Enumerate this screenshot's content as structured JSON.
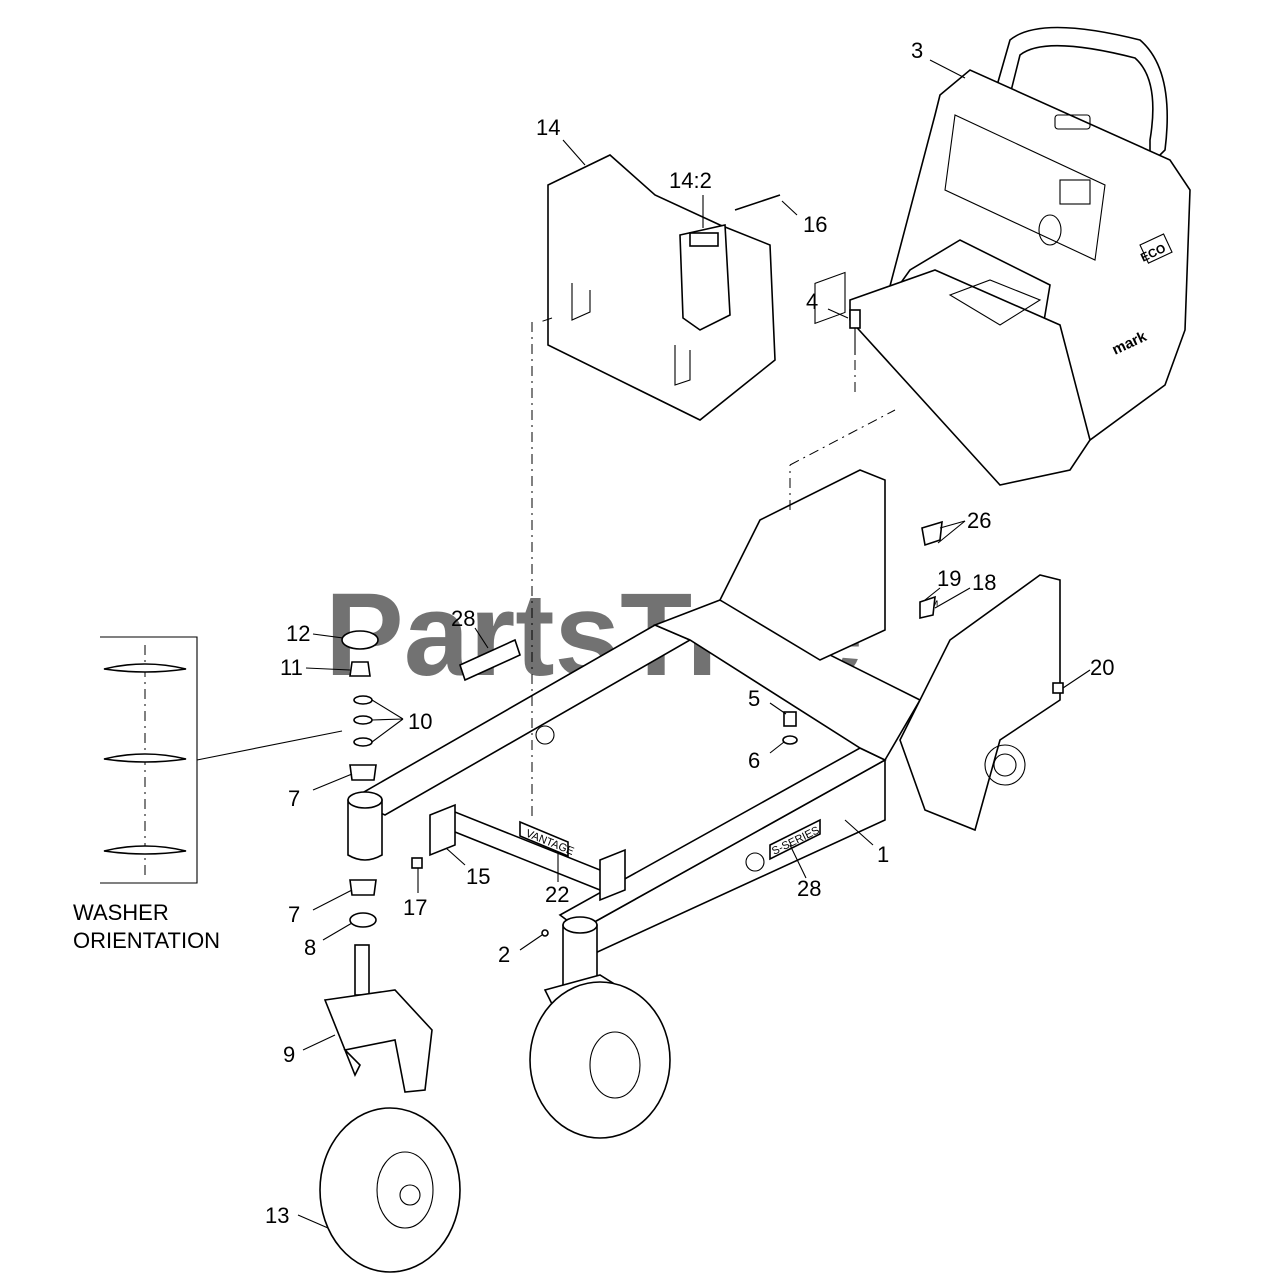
{
  "watermark": {
    "text": "PartsTree",
    "tm": "™"
  },
  "brand_marks": {
    "console_logo": "mark",
    "console_badge": "ECO",
    "frame_badge_left": "VANTAGE",
    "frame_badge_right": "S-SERIES"
  },
  "washer_note": {
    "line1": "WASHER",
    "line2": "ORIENTATION"
  },
  "callouts": {
    "c1": "1",
    "c2": "2",
    "c3": "3",
    "c4": "4",
    "c5": "5",
    "c6": "6",
    "c7a": "7",
    "c7b": "7",
    "c8": "8",
    "c9": "9",
    "c10": "10",
    "c11": "11",
    "c12": "12",
    "c13": "13",
    "c14": "14",
    "c14_2": "14:2",
    "c15": "15",
    "c16": "16",
    "c17": "17",
    "c18": "18",
    "c19": "19",
    "c20": "20",
    "c22": "22",
    "c26": "26",
    "c28a": "28",
    "c28b": "28"
  },
  "colors": {
    "ink": "#000000",
    "watermark": "#b8b8b8",
    "paper": "#ffffff"
  }
}
